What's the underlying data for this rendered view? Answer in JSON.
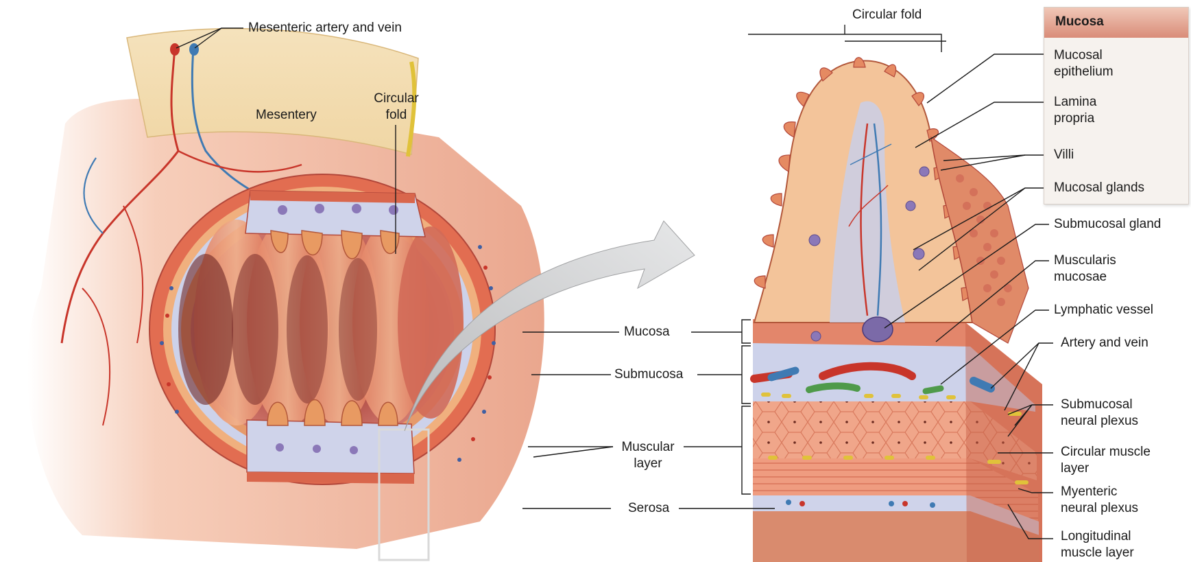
{
  "left_labels": {
    "mesenteric_vessels": "Mesenteric artery and vein",
    "mesentery": "Mesentery",
    "circular_fold": [
      "Circular",
      "fold"
    ]
  },
  "layer_labels": {
    "mucosa": "Mucosa",
    "submucosa": "Submucosa",
    "muscular_layer": [
      "Muscular",
      "layer"
    ],
    "serosa": "Serosa"
  },
  "right_labels": {
    "circular_fold": "Circular fold",
    "mucosa_box_title": "Mucosa",
    "mucosal_epithelium": [
      "Mucosal",
      "epithelium"
    ],
    "lamina_propria": [
      "Lamina",
      "propria"
    ],
    "villi": "Villi",
    "mucosal_glands": "Mucosal glands",
    "submucosal_gland": "Submucosal gland",
    "muscularis_mucosae": [
      "Muscularis",
      "mucosae"
    ],
    "lymphatic_vessel": "Lymphatic vessel",
    "artery_and_vein": "Artery and vein",
    "submucosal_neural_plexus": [
      "Submucosal",
      "neural plexus"
    ],
    "circular_muscle_layer": [
      "Circular muscle",
      "layer"
    ],
    "myenteric_neural_plexus": [
      "Myenteric",
      "neural plexus"
    ],
    "longitudinal_muscle_layer": [
      "Longitudinal",
      "muscle layer"
    ]
  },
  "colors": {
    "mesentery": "#f3dcae",
    "muscle": "#d9664c",
    "lumen": "#b5524a",
    "submucosa": "#cfd3ea",
    "villus": "#e79a6a",
    "artery": "#c8352a",
    "vein": "#3f7ab3",
    "lymphatic": "#4f9a4a",
    "nerve": "#e0c23a",
    "arrow": "#cfd0d2",
    "leader": "#1a1a1a"
  }
}
